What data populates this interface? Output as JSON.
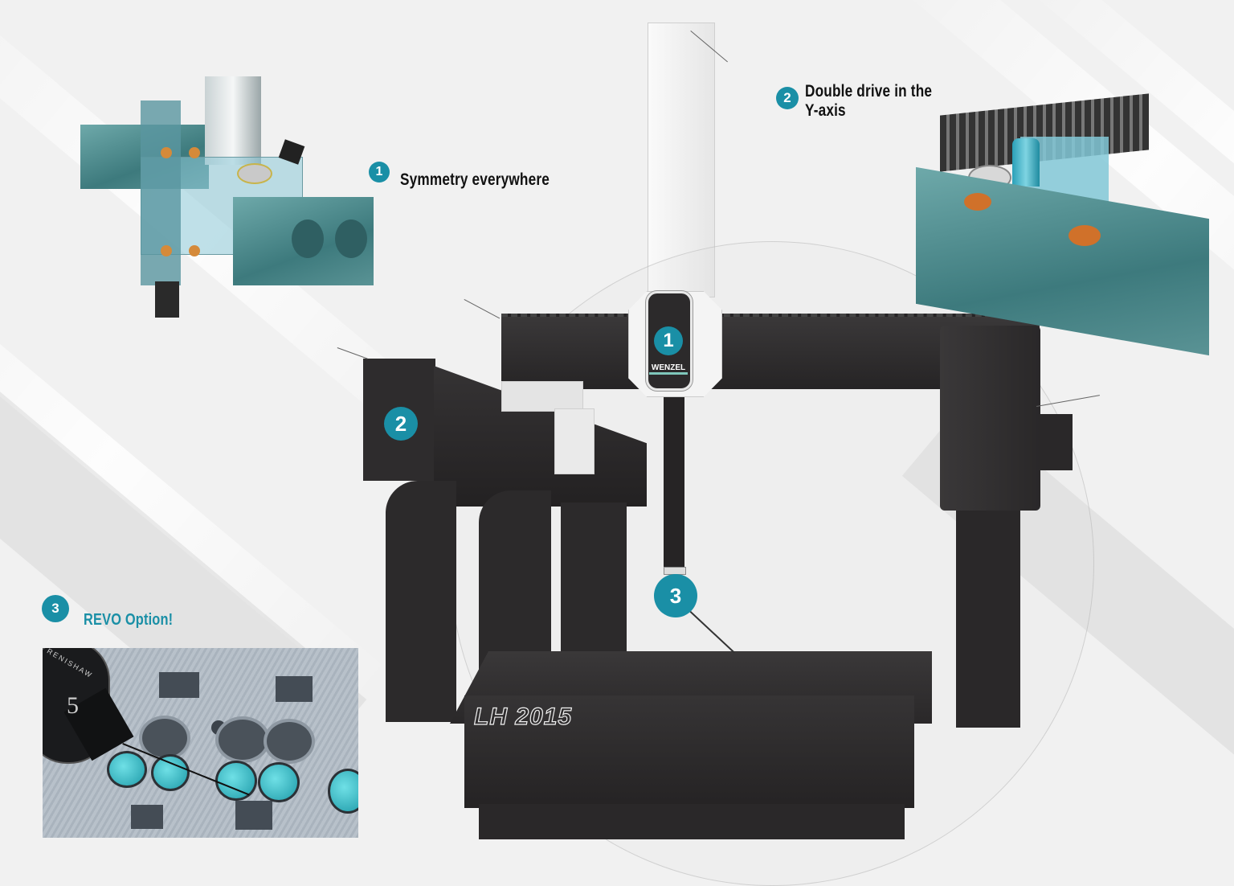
{
  "illustration": {
    "subject": "Coordinate measuring machine",
    "model_label": "LH 2015",
    "brand_label": "WENZEL",
    "accent_color": "#1a8fa6",
    "machine_color": "#2c2a2b",
    "background_color": "#f1f1f1"
  },
  "callouts": [
    {
      "number": "1",
      "text": "Symmetry everywhere"
    },
    {
      "number": "2",
      "text_line1": "Double drive in the",
      "text_line2": "Y-axis"
    },
    {
      "number": "3",
      "text": "REVO Option!"
    }
  ],
  "machine_markers": [
    {
      "number": "1",
      "location": "carriage head"
    },
    {
      "number": "2",
      "location": "Y-axis bridge beam"
    },
    {
      "number": "3",
      "location": "probe tip"
    }
  ],
  "inset_photo": {
    "probe_text": "RENISHAW",
    "probe_number": "5"
  }
}
